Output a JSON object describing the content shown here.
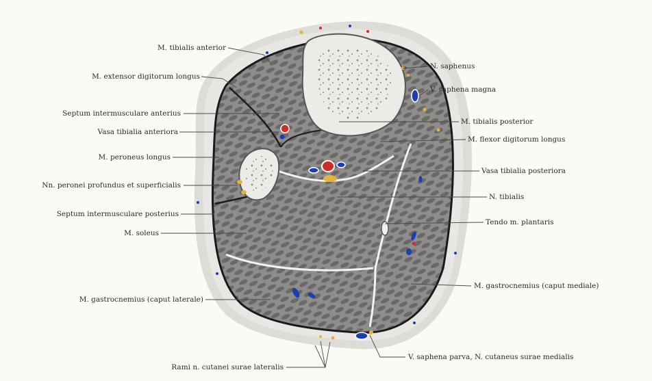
{
  "colors": {
    "background": "#fbfaf6",
    "skin": "#dedcd8",
    "fat": "#e9e7e3",
    "muscle": "#8e8d8b",
    "muscle_fiber": "#6a6967",
    "bone": "#ecebe7",
    "fascia": "#1a1a1a",
    "artery": "#d12a2a",
    "vein": "#1c3fb0",
    "nerve": "#e6b23a"
  },
  "labels": {
    "tibialis_anterior": "M. tibialis anterior",
    "extensor_digitorum_longus": "M. extensor digitorum longus",
    "septum_anterius": "Septum intermusculare anterius",
    "vasa_tibialia_anteriora": "Vasa tibialia anteriora",
    "peroneus_longus": "M. peroneus longus",
    "nn_peronei": "Nn. peronei profundus et superficialis",
    "septum_posterius": "Septum intermusculare posterius",
    "soleus": "M. soleus",
    "gastrocnemius_laterale": "M. gastrocnemius (caput laterale)",
    "rami_cutanei": "Rami n. cutanei surae lateralis",
    "n_saphenus": "N. saphenus",
    "v_saphena_magna": "V. saphena magna",
    "tibialis_posterior": "M. tibialis posterior",
    "flexor_digitorum_longus": "M. flexor digitorum longus",
    "vasa_tibialia_posteriora": "Vasa tibialia posteriora",
    "n_tibialis": "N. tibialis",
    "tendo_plantaris": "Tendo m. plantaris",
    "gastrocnemius_mediale": "M. gastrocnemius (caput mediale)",
    "v_saphena_parva": "V. saphena parva, N. cutaneus surae medialis"
  }
}
